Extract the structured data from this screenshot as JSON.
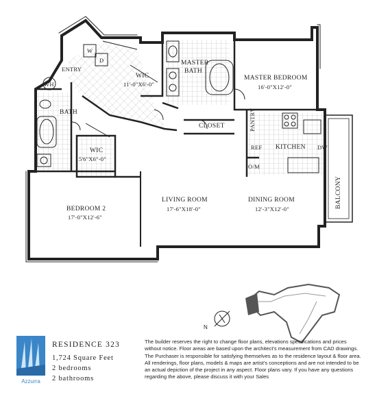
{
  "rooms": {
    "entry": "ENTRY",
    "wh": "WH",
    "w": "W",
    "d": "D",
    "bath": "BATH",
    "wic_top": {
      "label": "WIC",
      "dim": "11'-0\"X6'-0\""
    },
    "master_bath": {
      "line1": "MASTER",
      "line2": "BATH"
    },
    "master_bedroom": {
      "label": "MASTER BEDROOM",
      "dim": "16'-0\"X12'-0\""
    },
    "closet": "CLOSET",
    "pantry": "PANTRY",
    "kitchen": "KITCHEN",
    "ref": "REF",
    "dw": "DW",
    "om": "O/M",
    "wic_small": {
      "label": "WIC",
      "dim": "5'6\"X6\"-0\""
    },
    "bedroom2": {
      "label": "BEDROOM 2",
      "dim": "17'-0\"X12'-6\""
    },
    "living_room": {
      "label": "LIVING ROOM",
      "dim": "17'-6\"X18'-0\""
    },
    "dining_room": {
      "label": "DINING ROOM",
      "dim": "12'-3\"X12'-0\""
    },
    "balcony": "BALCONY"
  },
  "compass": {
    "north": "N"
  },
  "residence": {
    "title": "RESIDENCE 323",
    "square_feet": "1,724 Square Feet",
    "bedrooms": "2 bedrooms",
    "bathrooms": "2 bathrooms"
  },
  "logo_text": "Azzurra",
  "disclaimer": "The builder reserves the right to change floor plans, elevations specifications and prices without notice. Floor areas are based upon the architect's measurement from CAD drawings. The Purchaser is responsible for satisfying themselves as to the residence layout & floor area. All renderings, floor plans, models & maps are artist's conceptions and are not intended to be an actual depiction of the project in any aspect. Floor plans vary. If you have any questions regarding the above, please discuss it with your Sales",
  "colors": {
    "wall": "#222222",
    "tile": "#b5b5b5",
    "highlight": "#555555",
    "logo": "#3a86c8"
  }
}
